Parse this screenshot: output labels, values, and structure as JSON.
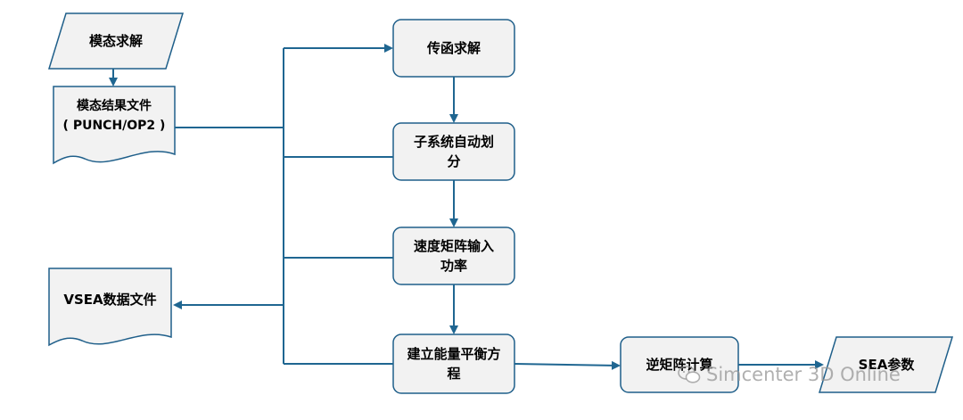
{
  "nodes": {
    "modal_solve": "模态求解",
    "modal_result_file": "模态结果文件\n( PUNCH/OP2 )",
    "vsea_data_file": "VSEA数据文件",
    "transfer_solve": "传函求解",
    "subsystem_partition": "子系统自动划\n分",
    "velocity_matrix": "速度矩阵输入\n功率",
    "energy_balance": "建立能量平衡方\n程",
    "inverse_matrix": "逆矩阵计算",
    "sea_params": "SEA参数"
  },
  "watermark": "Simcenter 3D Online",
  "colors": {
    "box_fill": "#f2f2f2",
    "box_stroke": "#1f5f8a",
    "connector": "#1f6691"
  }
}
